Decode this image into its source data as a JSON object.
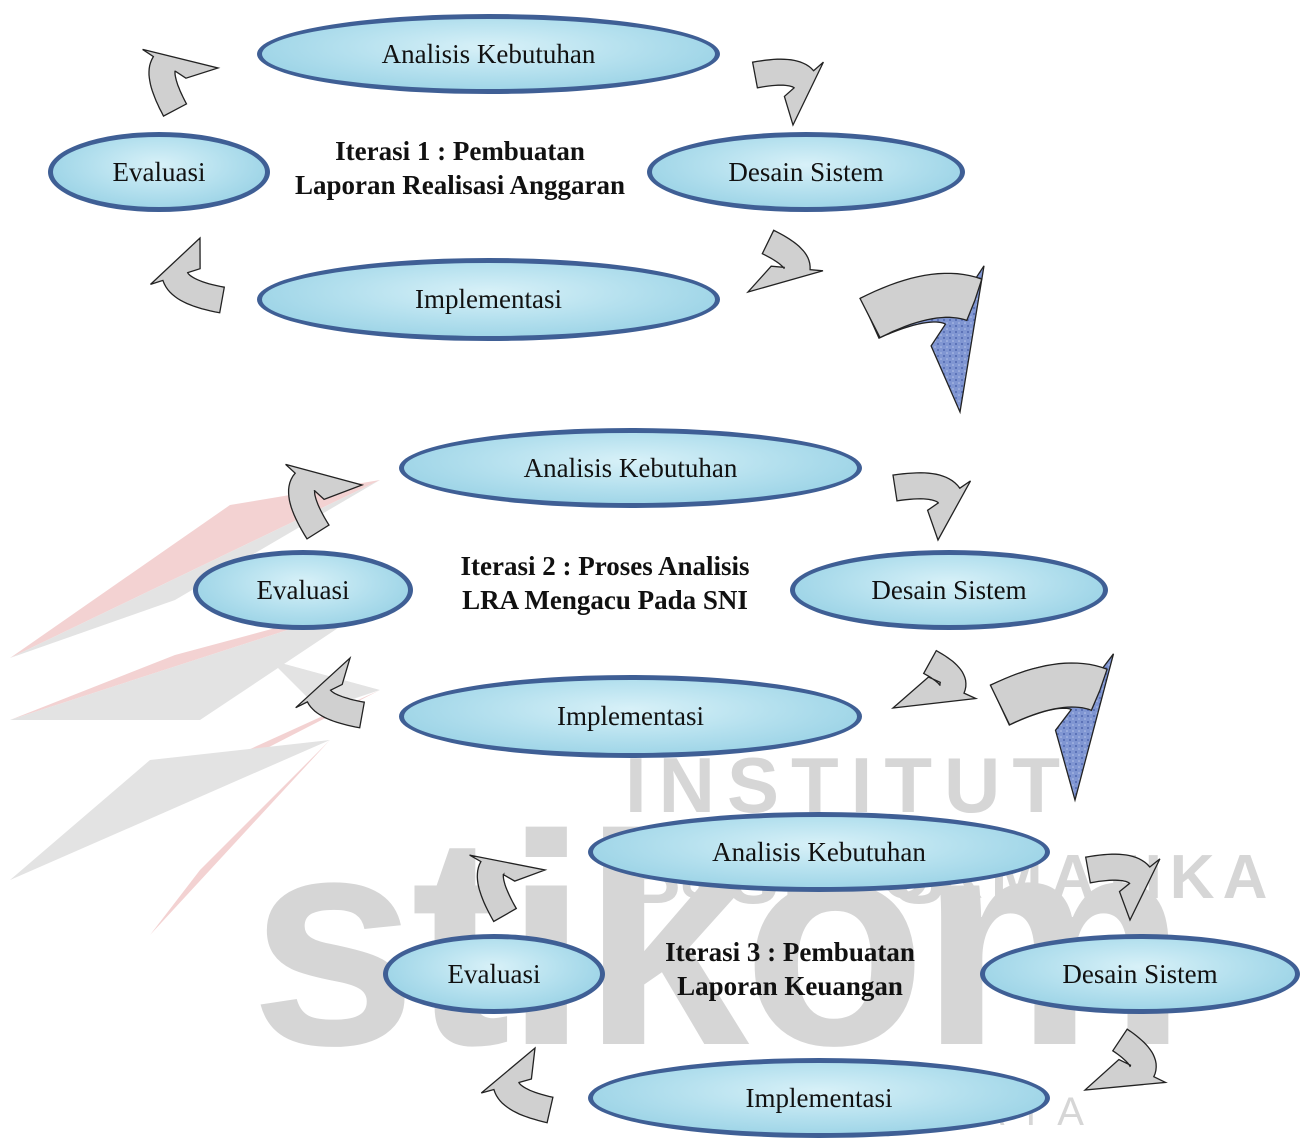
{
  "watermark": {
    "logo": "stikom",
    "line1": "INSTITUT BISNIS",
    "line2": "& INFORMATIKA",
    "line3": "SURABAYA"
  },
  "iterations": [
    {
      "title_line1": "Iterasi 1 : Pembuatan",
      "title_line2": "Laporan Realisasi Anggaran",
      "analisis": "Analisis Kebutuhan",
      "desain": "Desain Sistem",
      "implementasi": "Implementasi",
      "evaluasi": "Evaluasi"
    },
    {
      "title_line1": "Iterasi 2 : Proses Analisis",
      "title_line2": "LRA Mengacu Pada SNI",
      "analisis": "Analisis Kebutuhan",
      "desain": "Desain Sistem",
      "implementasi": "Implementasi",
      "evaluasi": "Evaluasi"
    },
    {
      "title_line1": "Iterasi 3 : Pembuatan",
      "title_line2": "Laporan Keuangan",
      "analisis": "Analisis Kebutuhan",
      "desain": "Desain Sistem",
      "implementasi": "Implementasi",
      "evaluasi": "Evaluasi"
    }
  ],
  "colors": {
    "oval_border": "#3f5f95",
    "oval_fill": "#b4e0ee",
    "cycle_arrow_fill": "#d0d0d0",
    "transition_arrow_fill": "#8096d2",
    "watermark_red": "#f3d2d2",
    "watermark_gray": "#e3e3e3"
  }
}
